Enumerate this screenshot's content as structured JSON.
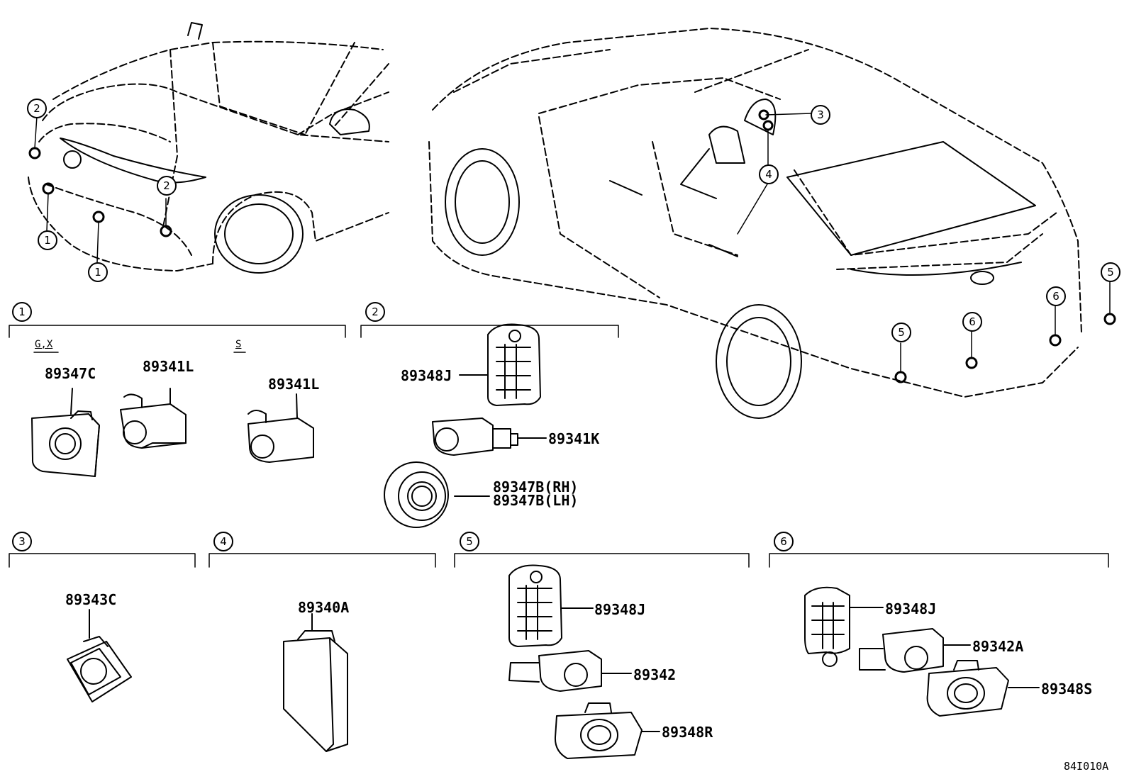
{
  "figure_code": "84I010A",
  "callouts": {
    "c1": "1",
    "c2": "2",
    "c3": "3",
    "c4": "4",
    "c5": "5",
    "c6": "6"
  },
  "groups": {
    "g1": {
      "number": "1",
      "variants": [
        "G,X",
        "S"
      ],
      "parts": [
        "89347C",
        "89341L",
        "89341L"
      ]
    },
    "g2": {
      "number": "2",
      "parts": [
        "89348J",
        "89341K",
        "89347B(RH)",
        "89347B(LH)"
      ]
    },
    "g3": {
      "number": "3",
      "parts": [
        "89343C"
      ]
    },
    "g4": {
      "number": "4",
      "parts": [
        "89340A"
      ]
    },
    "g5": {
      "number": "5",
      "parts": [
        "89348J",
        "89342",
        "89348R"
      ]
    },
    "g6": {
      "number": "6",
      "parts": [
        "89348J",
        "89342A",
        "89348S"
      ]
    }
  }
}
